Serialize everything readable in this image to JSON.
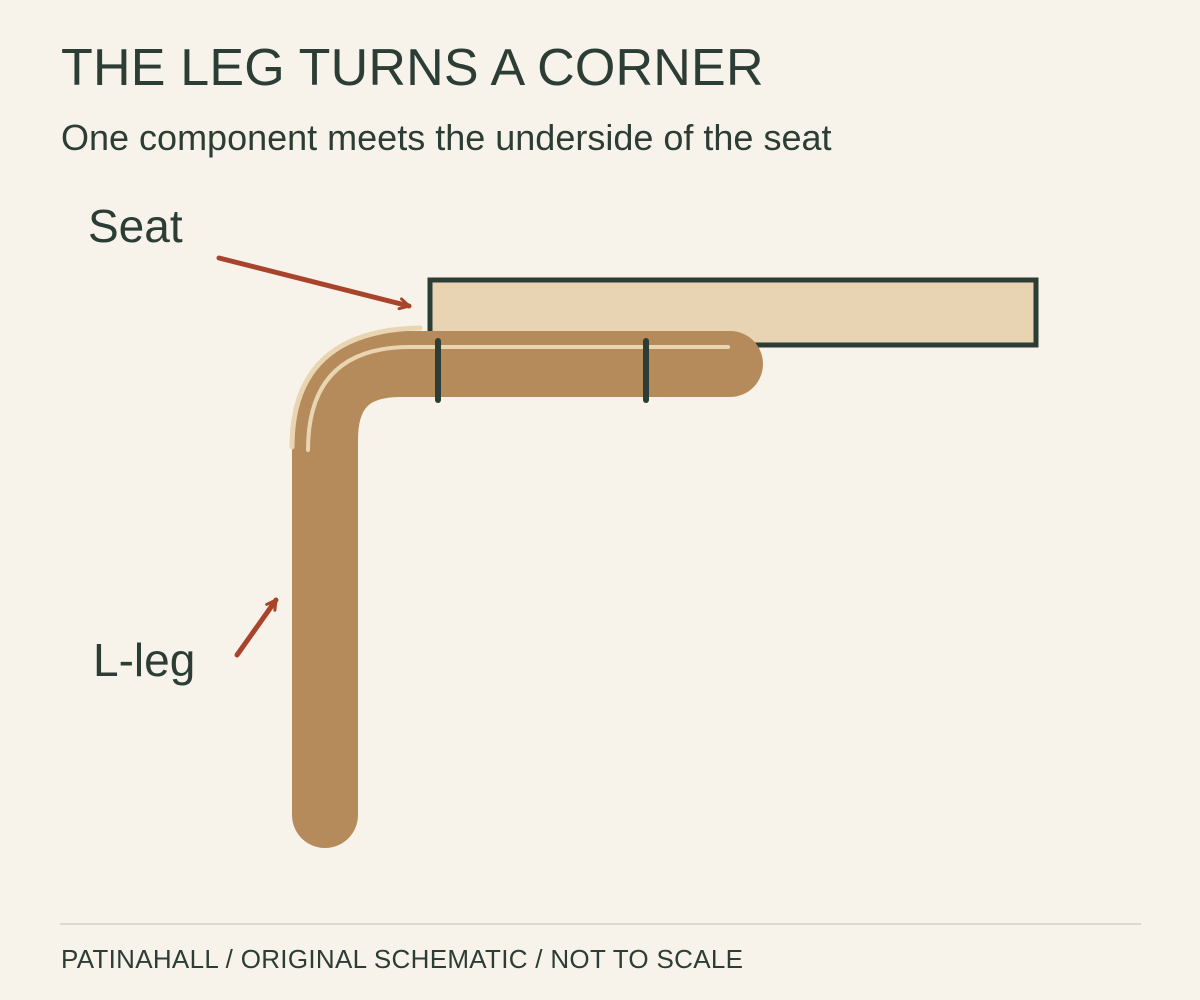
{
  "header": {
    "title": "THE LEG TURNS A CORNER",
    "subtitle": "One component meets the underside of the seat"
  },
  "diagram": {
    "labels": {
      "seat": "Seat",
      "leg": "L-leg"
    }
  },
  "footer": {
    "credit": "PATINAHALL / ORIGINAL SCHEMATIC / NOT TO SCALE"
  },
  "colors": {
    "background": "#f8f3ea",
    "ink": "#2b3d35",
    "seat_fill": "#e8d4b2",
    "leg_fill": "#b68b5c",
    "leg_highlight": "#ead5b3",
    "arrow": "#a9442c",
    "divider": "#dcd9cf"
  }
}
